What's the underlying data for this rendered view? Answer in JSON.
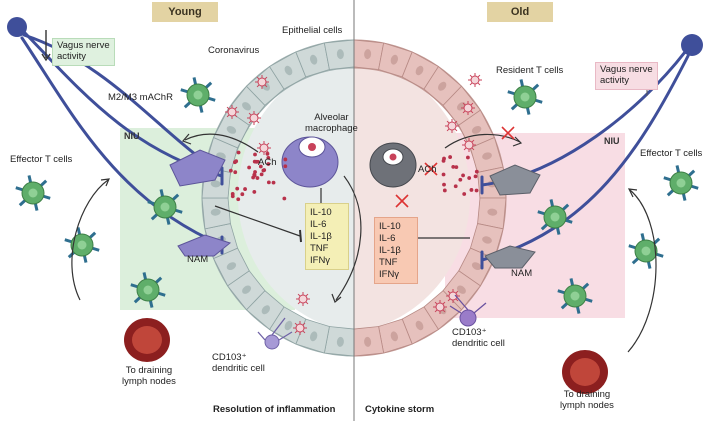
{
  "headers": {
    "young": "Young",
    "old": "Old"
  },
  "young": {
    "vagus_nerve_activity": [
      "Vagus nerve",
      "activity"
    ],
    "m2m3": "M2/M3 mAChR",
    "coronavirus": "Coronavirus",
    "niu": "NIU",
    "effector_t_cells": "Effector T cells",
    "ach": "ACh",
    "alveolar_macrophage": [
      "Alveolar",
      "macrophage"
    ],
    "nam": "NAM",
    "cytokines": [
      "IL-10",
      "IL-6",
      "IL-1β",
      "TNF",
      "IFNγ"
    ],
    "draining": [
      "To draining",
      "lymph nodes"
    ],
    "dendritic": [
      "CD103⁺",
      "dendritic cell"
    ],
    "footer": "Resolution of inflammation"
  },
  "epithelial_cells": "Epithelial cells",
  "old": {
    "vagus_nerve_activity": [
      "Vagus nerve",
      "activity"
    ],
    "resident_t_cells": "Resident T cells",
    "niu": "NIU",
    "effector_t_cells": "Effector T cells",
    "ach": "ACh",
    "nam": "NAM",
    "cytokines": [
      "IL-10",
      "IL-6",
      "IL-1β",
      "TNF",
      "IFNγ"
    ],
    "dendritic": [
      "CD103⁺",
      "dendritic cell"
    ],
    "draining": [
      "To draining",
      "lymph nodes"
    ],
    "footer": "Cytokine storm"
  },
  "colors": {
    "niu_young": "#dcefdc",
    "niu_old": "#f8dde4",
    "alveolus_young": "#d4dcdc",
    "alveolus_old": "#e8c4c0",
    "nerve": "#3f4f9a",
    "header": "#e3d3a3"
  }
}
